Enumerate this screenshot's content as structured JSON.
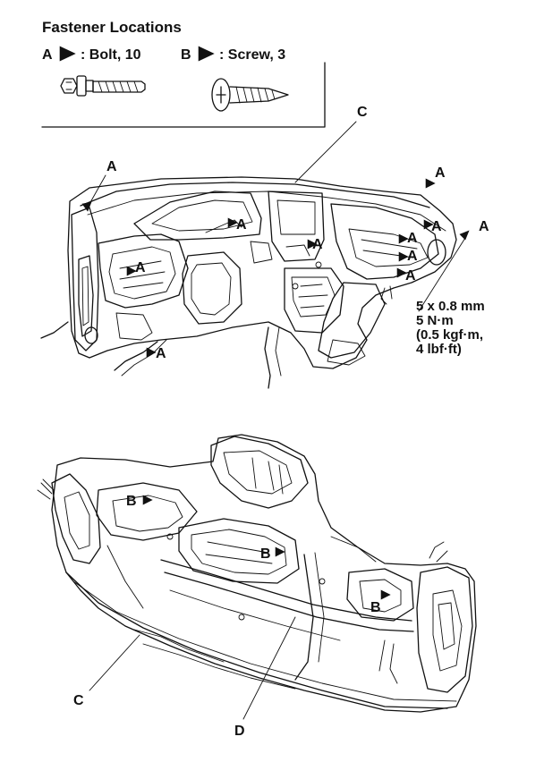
{
  "legend": {
    "title": "Fastener Locations",
    "items": [
      {
        "letter": "A",
        "label": ": Bolt, 10"
      },
      {
        "letter": "B",
        "label": ": Screw, 3"
      }
    ]
  },
  "callouts": {
    "a": "A",
    "b": "B",
    "c": "C",
    "d": "D"
  },
  "torque_spec": {
    "line1": "5 x 0.8 mm",
    "line2": "5 N·m",
    "line3": "(0.5 kgf·m,",
    "line4": "4 lbf·ft)"
  }
}
